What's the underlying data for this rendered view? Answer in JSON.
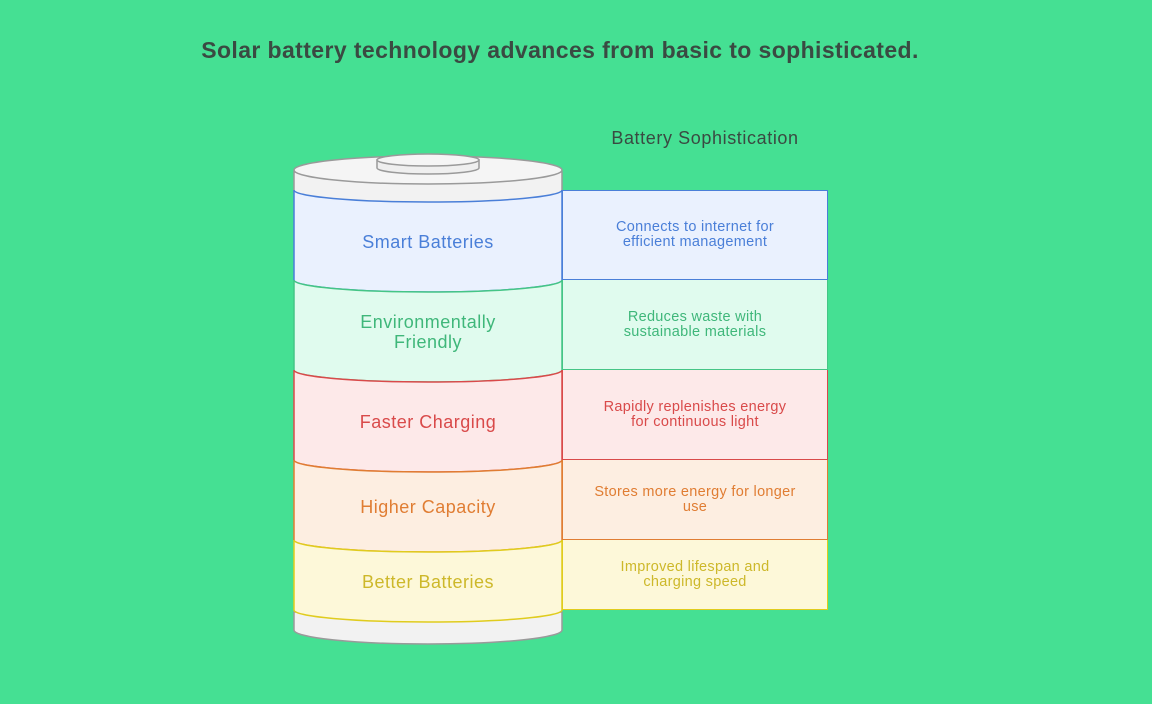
{
  "title": "Solar battery technology advances from basic to sophisticated.",
  "axis_label": "Battery Sophistication",
  "tiers": [
    {
      "label": "Smart Batteries",
      "description": "Connects to internet for efficient management",
      "text_color": "#4a7fd8",
      "border_color": "#4a7fd8",
      "fill_color": "#eaf1fe"
    },
    {
      "label": "Environmentally Friendly",
      "description": "Reduces waste with sustainable materials",
      "text_color": "#3fb77a",
      "border_color": "#45c586",
      "fill_color": "#e0fbee"
    },
    {
      "label": "Faster Charging",
      "description": "Rapidly replenishes energy for continuous light",
      "text_color": "#d94a4a",
      "border_color": "#d94a4a",
      "fill_color": "#fde9e9"
    },
    {
      "label": "Higher Capacity",
      "description": "Stores more energy for longer use",
      "text_color": "#e07d33",
      "border_color": "#e07d33",
      "fill_color": "#fdeee1"
    },
    {
      "label": "Better Batteries",
      "description": "Improved lifespan and charging speed",
      "text_color": "#cdb82a",
      "border_color": "#e0cc1e",
      "fill_color": "#fdf8d9"
    }
  ]
}
